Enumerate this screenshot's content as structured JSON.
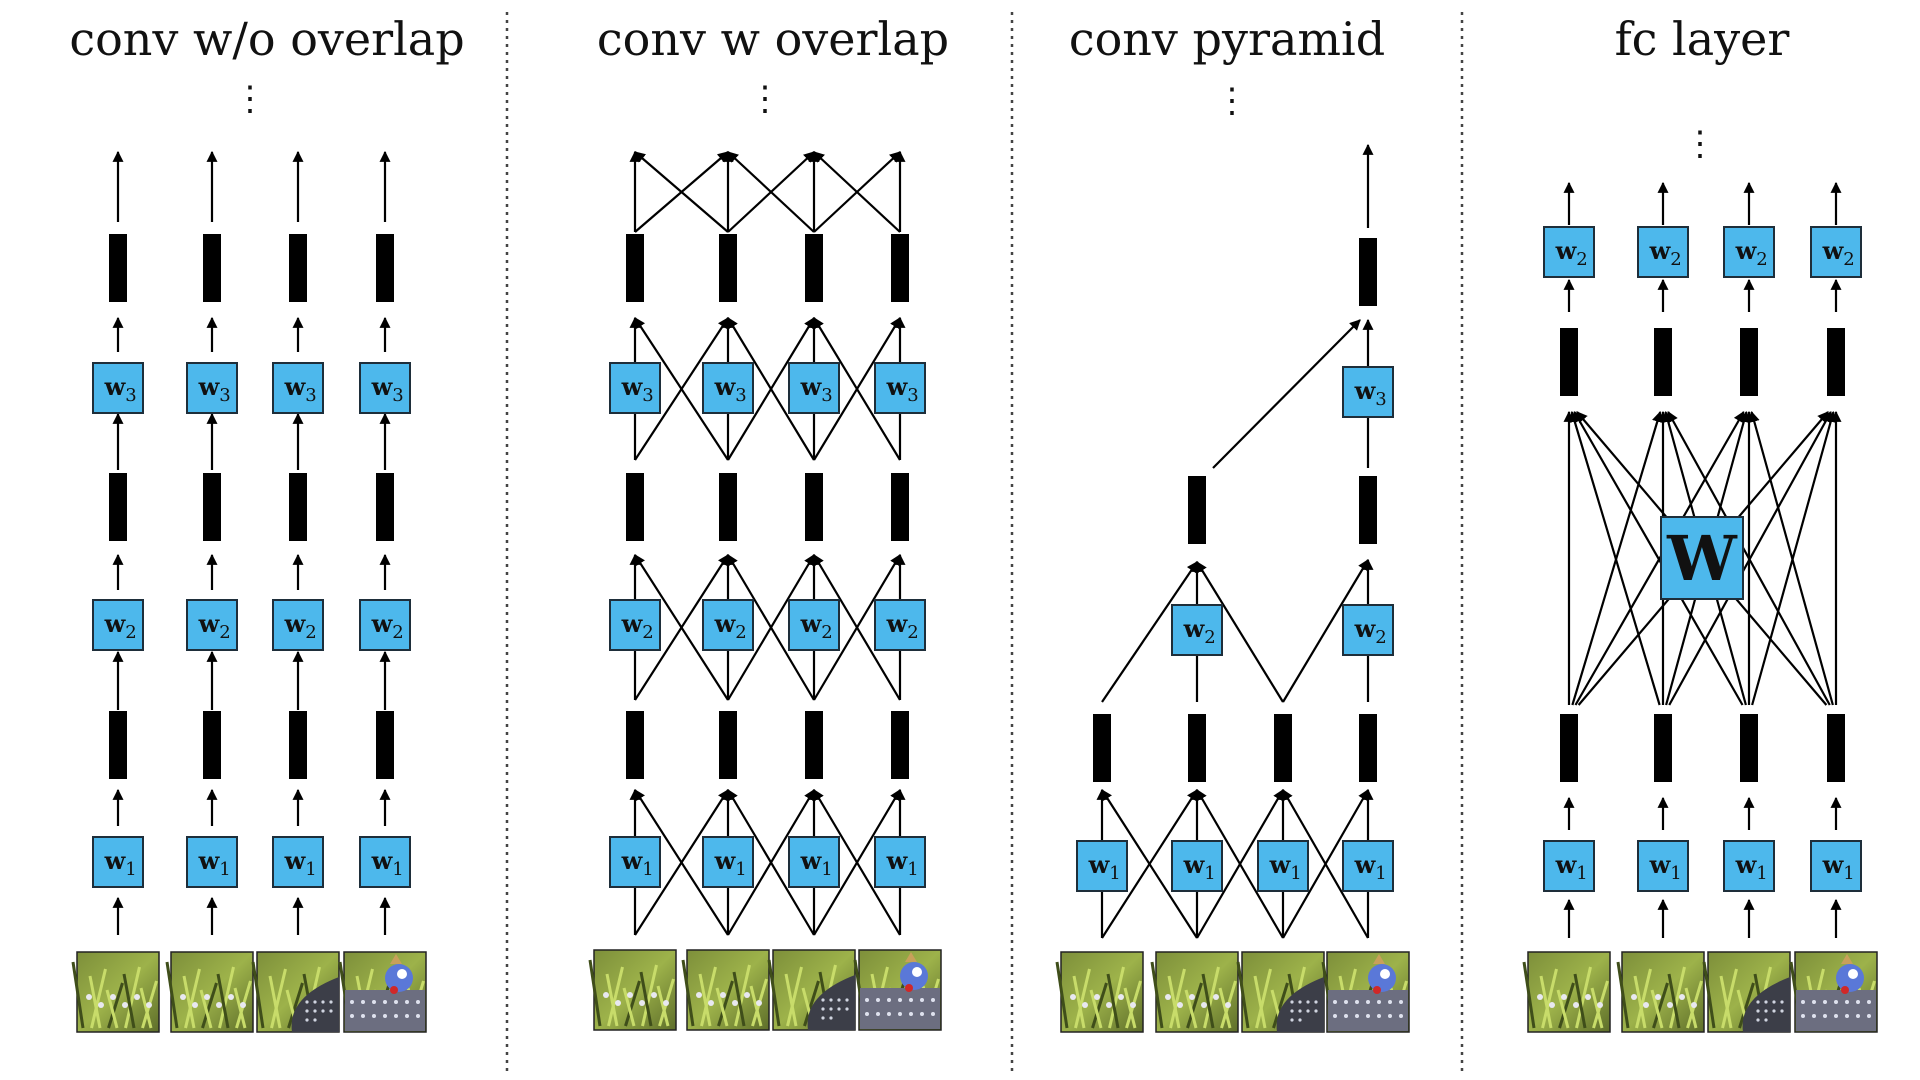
{
  "panels": [
    {
      "id": "no-overlap",
      "title": "conv w/o overlap"
    },
    {
      "id": "overlap",
      "title": "conv w overlap"
    },
    {
      "id": "pyramid",
      "title": "conv pyramid"
    },
    {
      "id": "fc",
      "title": "fc layer"
    }
  ],
  "ellipsis": "⋮",
  "weights": {
    "w1": {
      "base": "w",
      "sub": "1"
    },
    "w2": {
      "base": "w",
      "sub": "2"
    },
    "w3": {
      "base": "w",
      "sub": "3"
    },
    "fc_big": "W"
  },
  "colors": {
    "weight_fill": "#4db8ec",
    "feature": "#000000",
    "arrow": "#000000"
  },
  "image_patches": [
    "grass-patch",
    "grass-patch",
    "grass-bird-wing-patch",
    "guineafowl-head-patch"
  ]
}
